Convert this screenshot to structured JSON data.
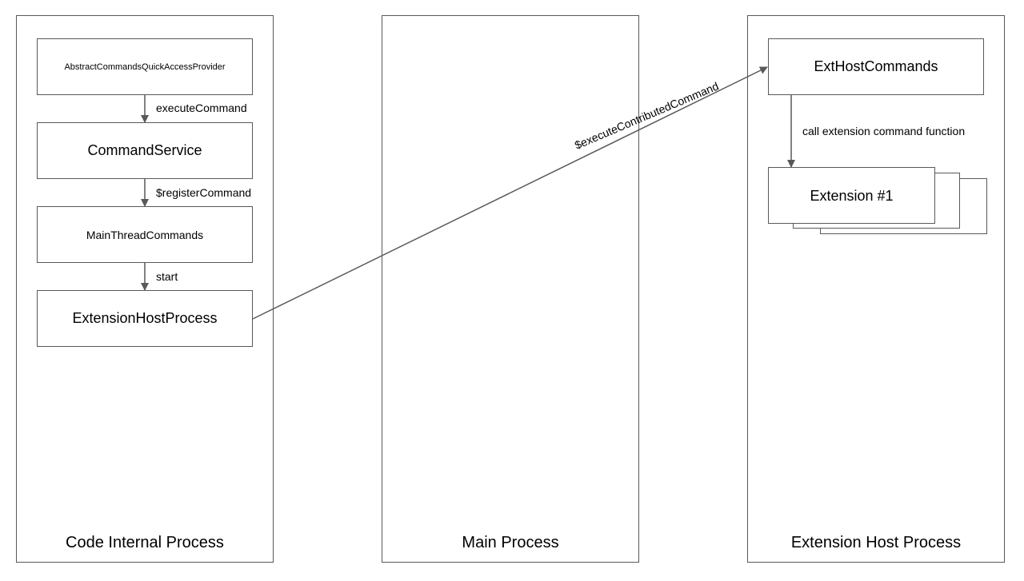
{
  "lanes": {
    "code_internal": {
      "title": "Code Internal Process",
      "boxes": {
        "provider": "AbstractCommandsQuickAccessProvider",
        "command_service": "CommandService",
        "main_thread_commands": "MainThreadCommands",
        "extension_host_process": "ExtensionHostProcess"
      },
      "edges": {
        "execute_command": "executeCommand",
        "register_command": "$registerCommand",
        "start": "start"
      }
    },
    "main": {
      "title": "Main Process"
    },
    "extension_host": {
      "title": "Extension Host Process",
      "boxes": {
        "ext_host_commands": "ExtHostCommands",
        "extension": "Extension #1"
      },
      "edges": {
        "call_function": "call extension command function"
      }
    }
  },
  "cross_edge": {
    "label": "$executeContributedCommand"
  },
  "colors": {
    "line": "#595959",
    "border": "#595959",
    "text": "#000000",
    "background": "#ffffff"
  }
}
